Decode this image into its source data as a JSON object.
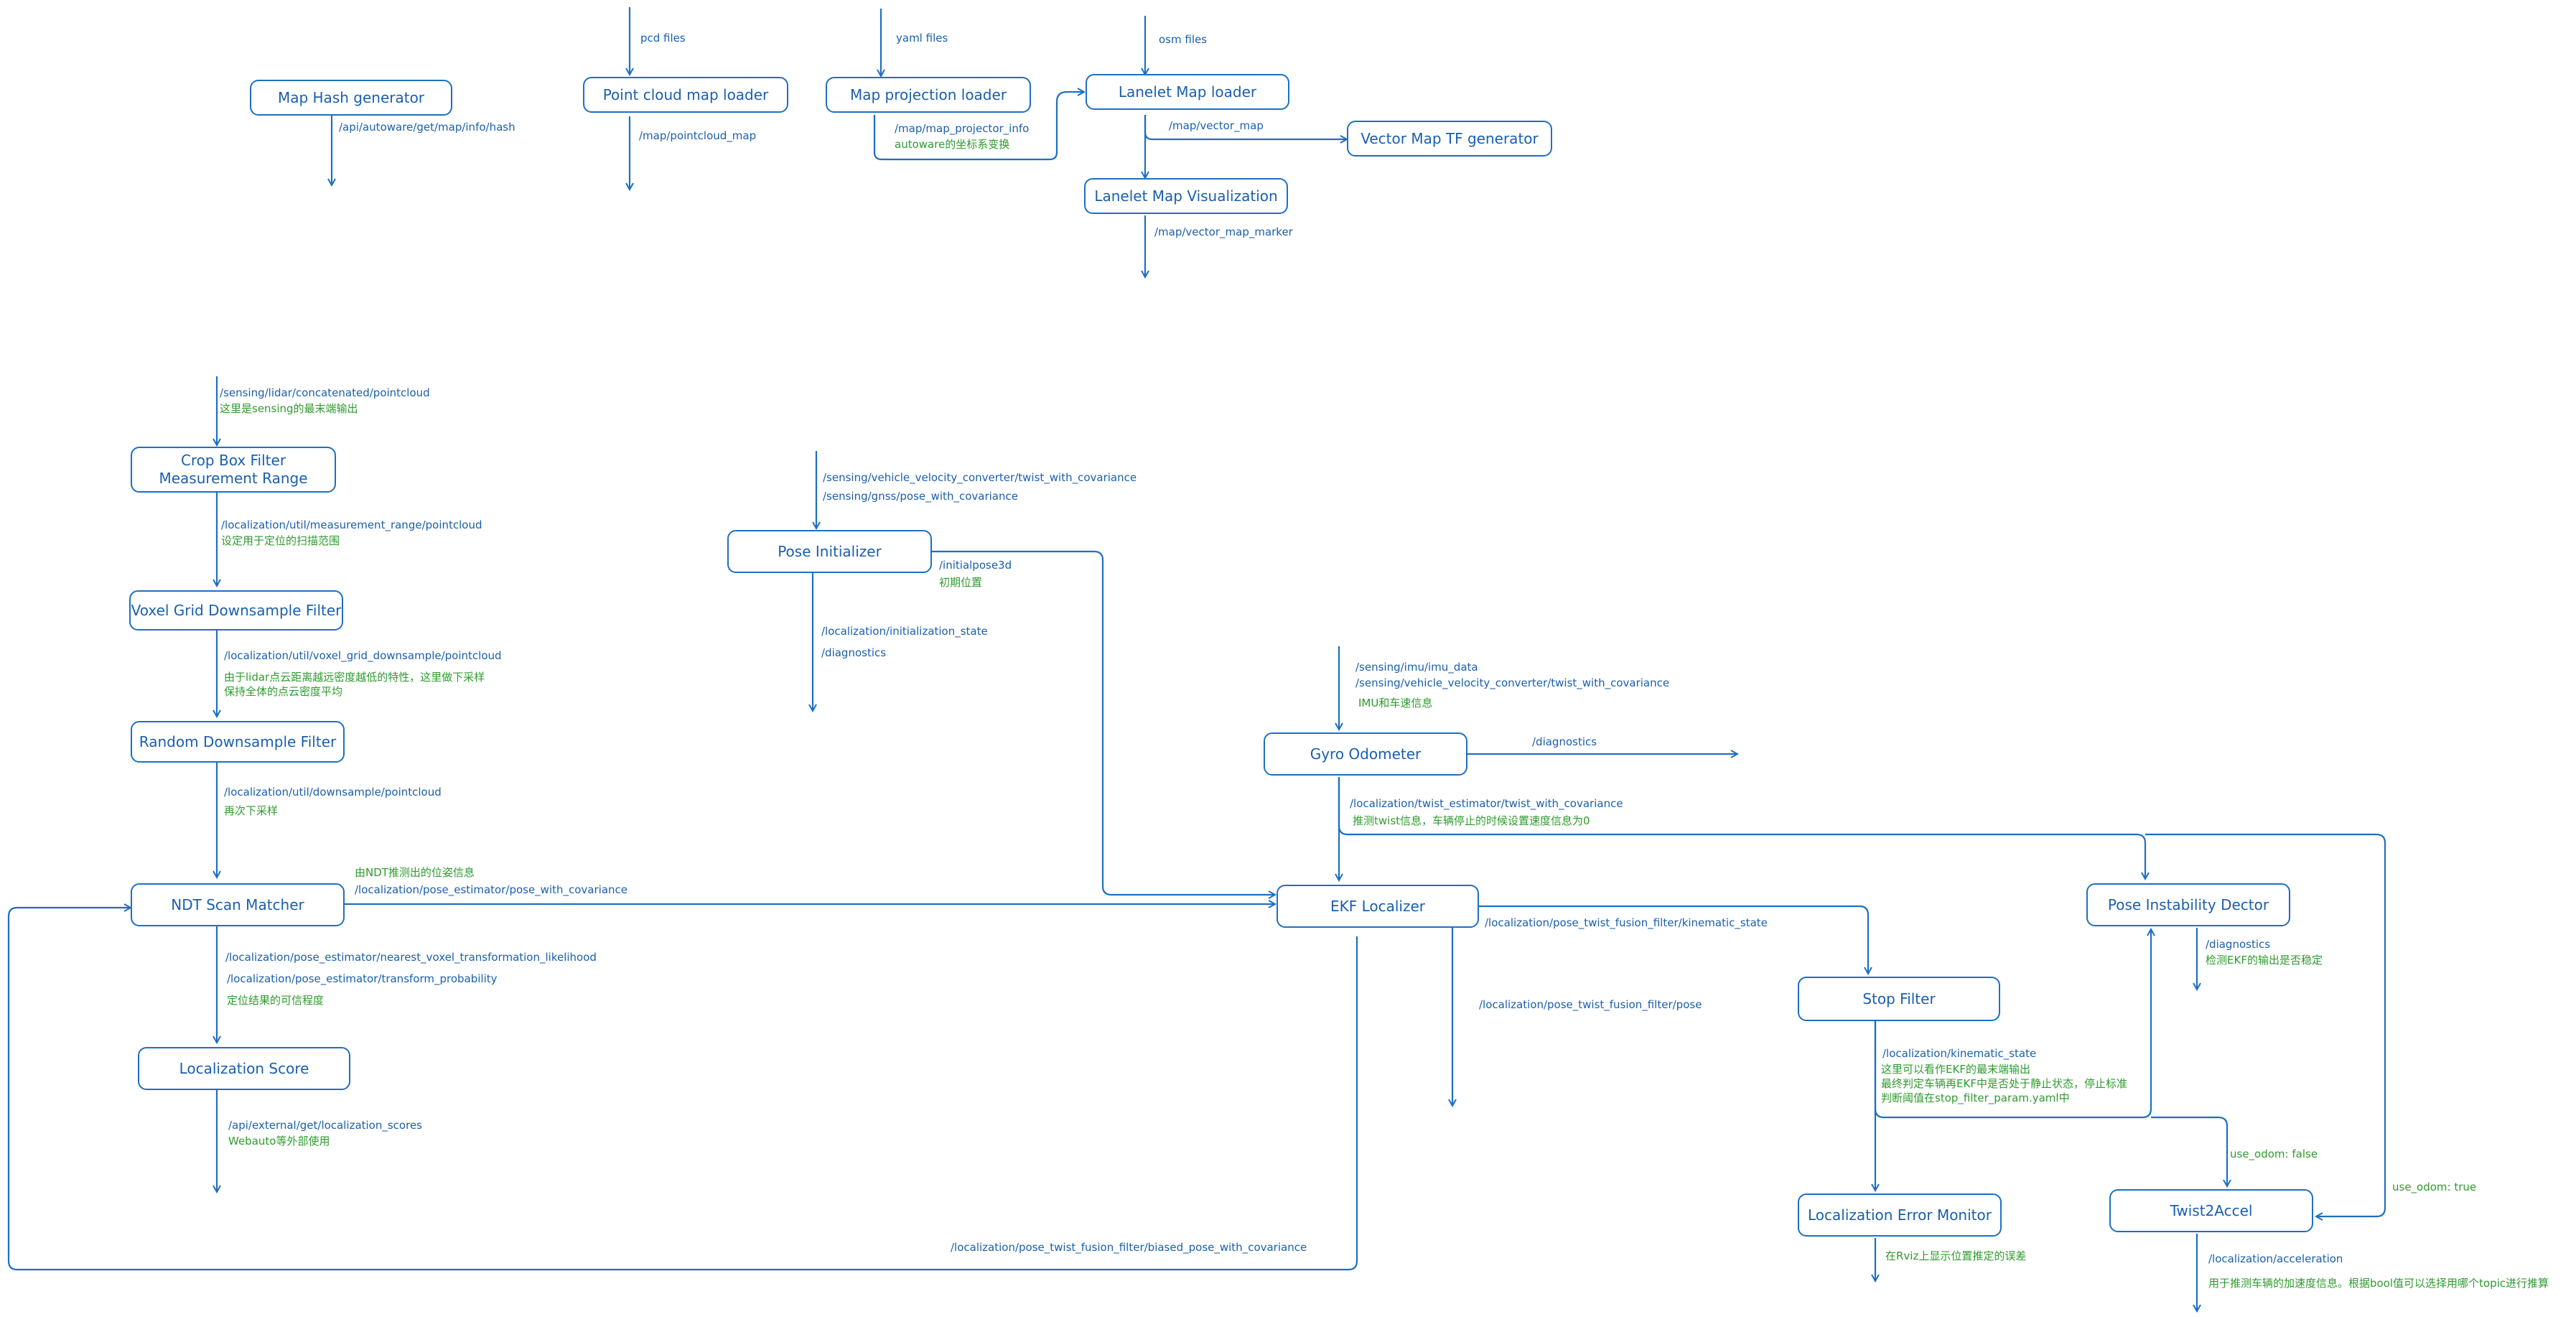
{
  "colors": {
    "line": "#1e6fc2",
    "text_blue": "#1a5fae",
    "text_green": "#2e9b2e"
  },
  "nodes": {
    "map_hash": "Map Hash generator",
    "pointcloud_loader": "Point cloud map loader",
    "map_projection": "Map projection loader",
    "lanelet_loader": "Lanelet Map loader",
    "vector_tf": "Vector Map TF generator",
    "lanelet_vis": "Lanelet Map Visualization",
    "crop_box_1": "Crop Box Filter",
    "crop_box_2": "Measurement Range",
    "voxel": "Voxel Grid Downsample Filter",
    "random": "Random Downsample Filter",
    "ndt": "NDT Scan Matcher",
    "loc_score": "Localization Score",
    "pose_init": "Pose Initializer",
    "gyro": "Gyro Odometer",
    "ekf": "EKF Localizer",
    "stop": "Stop Filter",
    "pose_instab": "Pose Instability Dector",
    "loc_error": "Localization Error Monitor",
    "twist2accel": "Twist2Accel"
  },
  "labels": {
    "pcd_files": "pcd files",
    "yaml_files": "yaml files",
    "osm_files": "osm files",
    "api_map_hash": "/api/autoware/get/map/info/hash",
    "map_pointcloud": "/map/pointcloud_map",
    "map_projector_info": "/map/map_projector_info",
    "map_projector_note": "autoware的坐标系变换",
    "vector_map": "/map/vector_map",
    "vector_map_marker": "/map/vector_map_marker",
    "lidar_topic": "/sensing/lidar/concatenated/pointcloud",
    "lidar_note": "这里是sensing的最末端输出",
    "meas_range_topic": "/localization/util/measurement_range/pointcloud",
    "meas_range_note": "设定用于定位的扫描范围",
    "voxel_topic": "/localization/util/voxel_grid_downsample/pointcloud",
    "voxel_note_1": "由于lidar点云距离越远密度越低的特性，这里做下采样",
    "voxel_note_2": "保持全体的点云密度平均",
    "random_topic": "/localization/util/downsample/pointcloud",
    "random_note": "再次下采样",
    "ndt_out_note": "由NDT推测出的位姿信息",
    "ndt_out_topic": "/localization/pose_estimator/pose_with_covariance",
    "ndt_likelihood": "/localization/pose_estimator/nearest_voxel_transformation_likelihood",
    "ndt_transform_prob": "/localization/pose_estimator/transform_probability",
    "ndt_score_note": "定位结果的可信程度",
    "loc_scores_topic": "/api/external/get/localization_scores",
    "loc_scores_note": "Webauto等外部使用",
    "vel_conv_topic": "/sensing/vehicle_velocity_converter/twist_with_covariance",
    "gnss_topic": "/sensing/gnss/pose_with_covariance",
    "initialpose": "/initialpose3d",
    "initialpose_note": "初期位置",
    "init_state": "/localization/initialization_state",
    "diagnostics_init": "/diagnostics",
    "imu_topic": "/sensing/imu/imu_data",
    "gyro_vel_topic": "/sensing/vehicle_velocity_converter/twist_with_covariance",
    "gyro_in_note": "IMU和车速信息",
    "diagnostics_gyro": "/diagnostics",
    "twist_est_topic": "/localization/twist_estimator/twist_with_covariance",
    "twist_est_note": "推测twist信息，车辆停止的时候设置速度信息为0",
    "kinematic_topic": "/localization/pose_twist_fusion_filter/kinematic_state",
    "pose_topic": "/localization/pose_twist_fusion_filter/pose",
    "biased_pose_topic": "/localization/pose_twist_fusion_filter/biased_pose_with_covariance",
    "diagnostics_instab": "/diagnostics",
    "instab_note": "检测EKF的输出是否稳定",
    "stop_kinematic": "/localization/kinematic_state",
    "stop_note_1": "这里可以看作EKF的最末端输出",
    "stop_note_2": "最终判定车辆再EKF中是否处于静止状态，停止标准",
    "stop_note_3": "判断阈值在stop_filter_param.yaml中",
    "use_odom_false": "use_odom: false",
    "use_odom_true": "use_odom: true",
    "loc_error_note": "在Rviz上显示位置推定的误差",
    "acceleration_topic": "/localization/acceleration",
    "acceleration_note": "用于推测车辆的加速度信息。根据bool值可以选择用哪个topic进行推算"
  }
}
